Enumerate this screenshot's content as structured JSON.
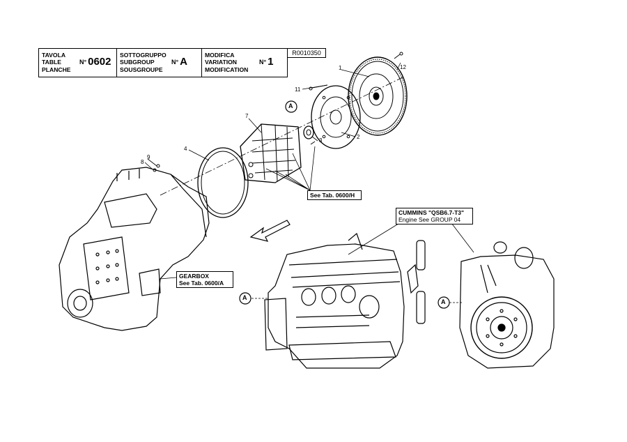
{
  "header": {
    "table": {
      "labels": [
        "TAVOLA",
        "TABLE",
        "PLANCHE"
      ],
      "prefix": "N°",
      "value": "0602"
    },
    "subgroup": {
      "labels": [
        "SOTTOGRUPPO",
        "SUBGROUP",
        "SOUSGROUPE"
      ],
      "prefix": "N°",
      "value": "A"
    },
    "modification": {
      "labels": [
        "MODIFICA",
        "VARIATION",
        "MODIFICATION"
      ],
      "prefix": "N°",
      "value": "1"
    },
    "code": "R0010350"
  },
  "callouts": {
    "see_h": "See Tab. 0600/H",
    "gearbox_title": "GEARBOX",
    "gearbox_ref": "See Tab. 0600/A",
    "engine_title": "CUMMINS \"QSB6.7-T3\"",
    "engine_ref": "Engine See GROUP 04"
  },
  "ref_marks": {
    "a": "A"
  },
  "part_numbers": [
    "1",
    "2",
    "3",
    "4",
    "7",
    "8",
    "9",
    "11",
    "12"
  ]
}
